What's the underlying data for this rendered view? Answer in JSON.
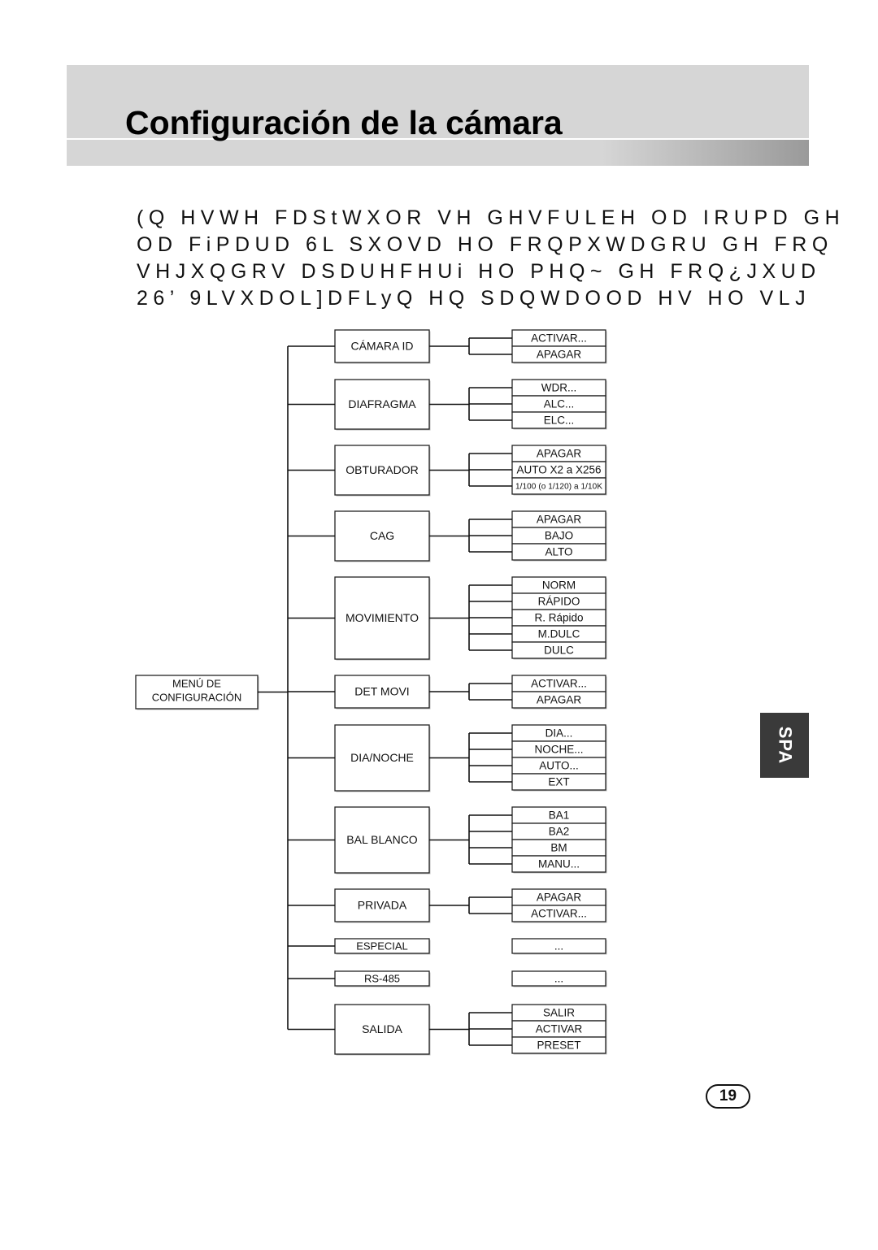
{
  "title": "Configuración de la cámara",
  "intro_lines": [
    "(Q HVWH FDStWXOR VH GHVFULEH OD IRUPD GH",
    "OD FiPDUD  6L SXOVD HO FRQPXWDGRU GH FRQ",
    "VHJXQGRV  DSDUHFHUi HO PHQ~ GH FRQ¿JXUD",
    "26’  9LVXDOL]DFLyQ HQ SDQWDOOD  HV HO VLJ"
  ],
  "diagram": {
    "root": "MENÚ DE\nCONFIGURACIÓN",
    "groups": [
      {
        "label": "CÁMARA ID",
        "options": [
          "ACTIVAR...",
          "APAGAR"
        ]
      },
      {
        "label": "DIAFRAGMA",
        "options": [
          "WDR...",
          "ALC...",
          "ELC..."
        ]
      },
      {
        "label": "OBTURADOR",
        "options": [
          "APAGAR",
          "AUTO X2 a X256",
          "1/100 (o 1/120) a 1/10K"
        ]
      },
      {
        "label": "CAG",
        "options": [
          "APAGAR",
          "BAJO",
          "ALTO"
        ]
      },
      {
        "label": "MOVIMIENTO",
        "options": [
          "NORM",
          "RÁPIDO",
          "R. Rápido",
          "M.DULC",
          "DULC"
        ]
      },
      {
        "label": "DET MOVI",
        "options": [
          "ACTIVAR...",
          "APAGAR"
        ]
      },
      {
        "label": "DIA/NOCHE",
        "options": [
          "DIA...",
          "NOCHE...",
          "AUTO...",
          "EXT"
        ]
      },
      {
        "label": "BAL BLANCO",
        "options": [
          "BA1",
          "BA2",
          "BM",
          "MANU..."
        ]
      },
      {
        "label": "PRIVADA",
        "options": [
          "APAGAR",
          "ACTIVAR..."
        ]
      },
      {
        "label": "ESPECIAL",
        "options": [
          "..."
        ]
      },
      {
        "label": "RS-485",
        "options": [
          "..."
        ]
      },
      {
        "label": "SALIDA",
        "options": [
          "SALIR",
          "ACTIVAR",
          "PRESET"
        ]
      }
    ]
  },
  "language_tab": "SPA",
  "page_number": "19"
}
